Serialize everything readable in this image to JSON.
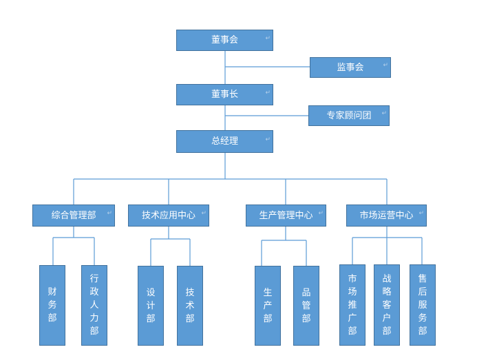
{
  "nodes": {
    "board": "董事会",
    "supervisors": "监事会",
    "chairman": "董事长",
    "advisors": "专家顾问团",
    "gm": "总经理",
    "admin": "综合管理部",
    "tech_center": "技术应用中心",
    "prod_center": "生产管理中心",
    "market_center": "市场运营中心",
    "finance": "财务部",
    "hr": "行政人力部",
    "design": "设计部",
    "technical": "技术部",
    "production": "生产部",
    "quality": "品管部",
    "promotion": "市场推广部",
    "strategic": "战略客户部",
    "after_sales": "售后服务部"
  },
  "marks": {
    "return_mark": "↵"
  },
  "colors": {
    "box_fill": "#5b9bd5",
    "box_border": "#41719c",
    "line": "#5b9bd5",
    "text": "#ffffff"
  }
}
